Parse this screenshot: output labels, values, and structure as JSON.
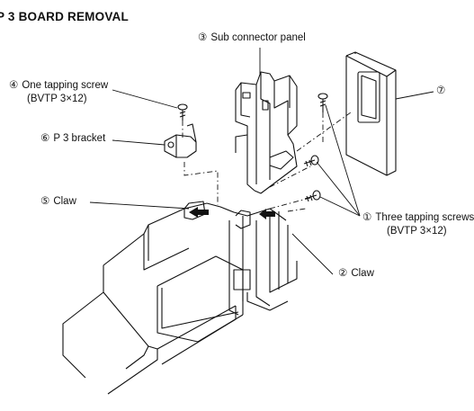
{
  "title": "P 3 BOARD REMOVAL",
  "labels": {
    "sub_connector_panel": {
      "num": "③",
      "text": "Sub connector panel"
    },
    "one_tapping_screw": {
      "num": "④",
      "text": "One tapping screw"
    },
    "one_tapping_screw_spec": "(BVTP 3×12)",
    "p3_bracket": {
      "num": "⑥",
      "text": "P 3 bracket"
    },
    "claw_5": {
      "num": "⑤",
      "text": "Claw"
    },
    "claw_2": {
      "num": "②",
      "text": "Claw"
    },
    "board_7": {
      "num": "⑦",
      "text": ""
    },
    "three_tapping_screws": {
      "num": "①",
      "text": "Three tapping screws"
    },
    "three_tapping_screws_spec": "(BVTP 3×12)"
  }
}
